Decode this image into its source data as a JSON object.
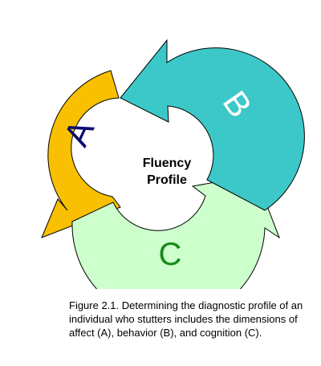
{
  "diagram": {
    "center_label_line1": "Fluency",
    "center_label_line2": "Profile",
    "segments": [
      {
        "label": "A",
        "dimension": "affect",
        "fill": "#f8c000",
        "stroke": "#000000",
        "text_color": "#0a0a6e"
      },
      {
        "label": "B",
        "dimension": "behavior",
        "fill": "#3cc8c8",
        "stroke": "#000000",
        "text_color": "#ffffff"
      },
      {
        "label": "C",
        "dimension": "cognition",
        "fill": "#ccffcc",
        "stroke": "#000000",
        "text_color": "#1a8a1a"
      }
    ]
  },
  "caption": {
    "text": "Figure 2.1.  Determining the diagnostic profile of an individual who stutters includes the dimensions of affect (A), behavior (B), and cognition (C)."
  }
}
